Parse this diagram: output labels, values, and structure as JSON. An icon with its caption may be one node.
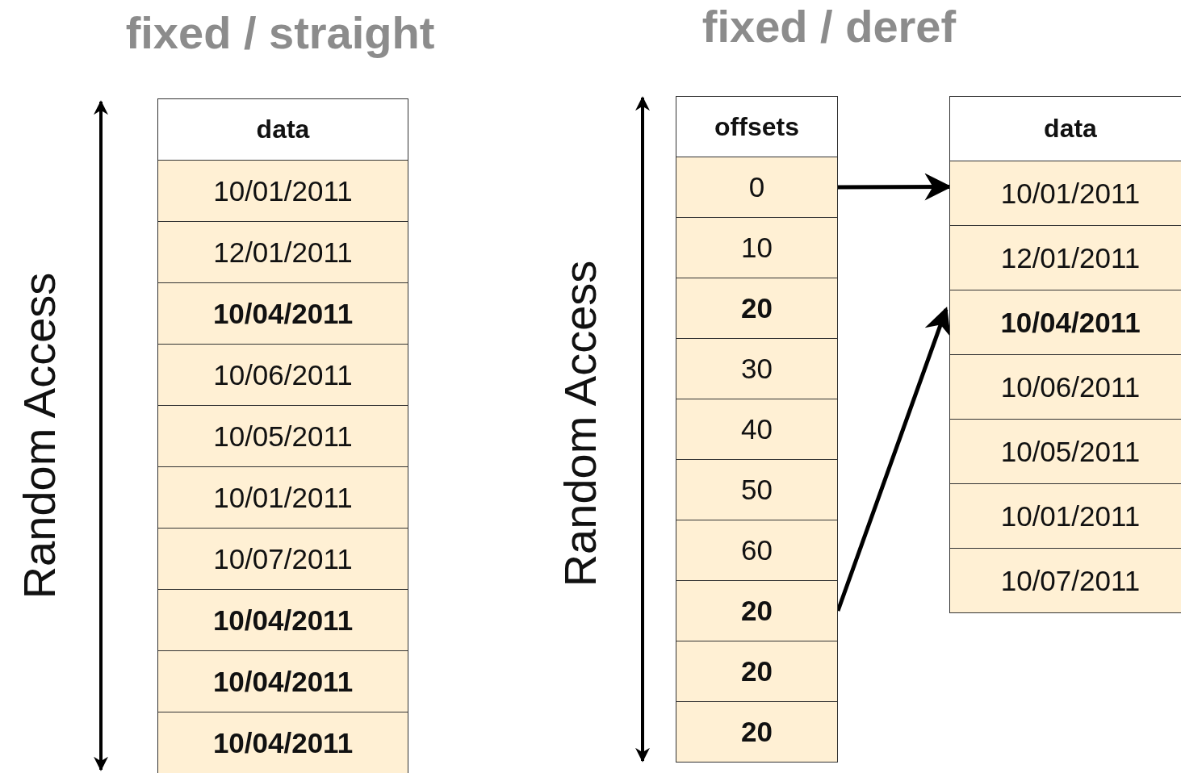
{
  "diagram": {
    "nodes": [
      {
        "text": [
          "data"
        ]
      },
      {
        "text": [
          "10/01/2011"
        ]
      },
      {
        "text": [
          "12/01/2011"
        ]
      },
      {
        "text": [
          "10/04/2011"
        ]
      },
      {
        "text": [
          "10/06/2011"
        ]
      },
      {
        "text": [
          "10/05/2011"
        ]
      },
      {
        "text": [
          "10/01/2011"
        ]
      },
      {
        "text": [
          "10/07/2011"
        ]
      },
      {
        "text": [
          "10/04/2011"
        ]
      },
      {
        "text": [
          "10/04/2011"
        ]
      },
      {
        "text": [
          "10/04/2011"
        ]
      },
      {
        "text": [
          "offsets"
        ]
      },
      {
        "text": [
          "0"
        ]
      },
      {
        "text": [
          "10"
        ]
      },
      {
        "text": [
          "20"
        ]
      },
      {
        "text": [
          "30"
        ]
      },
      {
        "text": [
          "40"
        ]
      },
      {
        "text": [
          "50"
        ]
      },
      {
        "text": [
          "60"
        ]
      },
      {
        "text": [
          "20"
        ]
      },
      {
        "text": [
          "20"
        ]
      },
      {
        "text": [
          "20"
        ]
      },
      {
        "text": [
          "data"
        ]
      },
      {
        "text": [
          "10/01/2011"
        ]
      },
      {
        "text": [
          "12/01/2011"
        ]
      },
      {
        "text": [
          "10/04/2011"
        ]
      },
      {
        "text": [
          "10/06/2011"
        ]
      },
      {
        "text": [
          "10/05/2011"
        ]
      },
      {
        "text": [
          "10/01/2011"
        ]
      },
      {
        "text": [
          "10/07/2011"
        ]
      }
    ],
    "edges": [
      {
        "from": 12,
        "to": 23,
        "arrow": "to"
      },
      {
        "from": 19,
        "to": 25,
        "arrow": "to"
      }
    ],
    "labels": [
      "fixed / straight",
      "fixed / deref",
      "Random Access",
      "Random Access"
    ]
  }
}
